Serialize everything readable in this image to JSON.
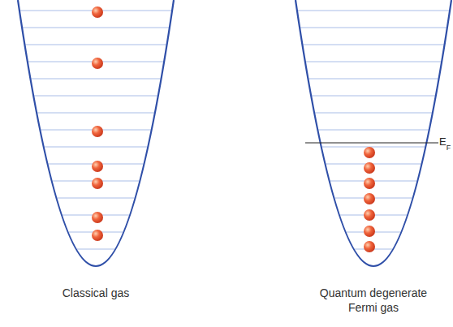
{
  "diagram": {
    "labels": [
      "Classical gas",
      "Quantum degenerate Fermi gas",
      "E",
      "F"
    ]
  }
}
